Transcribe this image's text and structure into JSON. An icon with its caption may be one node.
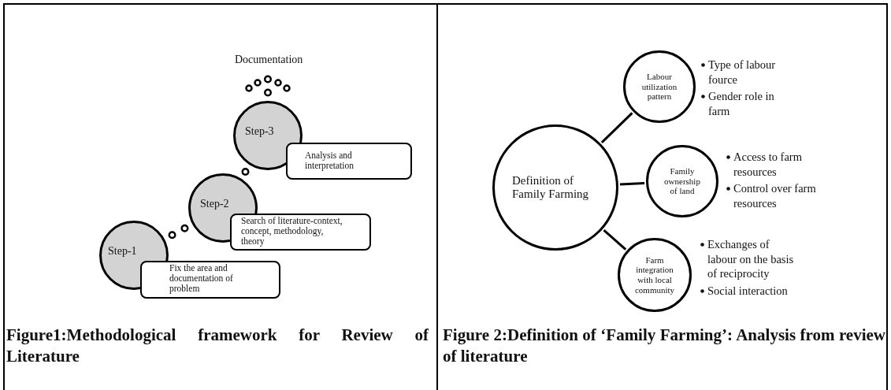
{
  "diagram": {
    "nodes": [
      {
        "text": [
          "Documentation"
        ]
      },
      {
        "text": [
          "Step-3"
        ]
      },
      {
        "text": [
          "Analysis and interpretation"
        ]
      },
      {
        "text": [
          "Step-2"
        ]
      },
      {
        "text": [
          "Search of literature-context, concept, methodology, theory"
        ]
      },
      {
        "text": [
          "Step-1"
        ]
      },
      {
        "text": [
          "Fix the area and documentation of problem"
        ]
      },
      {
        "text": [
          "Definition of Family Farming"
        ]
      },
      {
        "text": [
          "Labour utilization pattern"
        ],
        "beside": [
          "Type of labour fource",
          "Gender role in farm"
        ]
      },
      {
        "text": [
          "Family ownership of land"
        ],
        "beside": [
          "Access to farm resources",
          "Control over farm resources"
        ]
      },
      {
        "text": [
          "Farm integration with local community"
        ],
        "beside": [
          "Exchanges of labour on the basis of reciprocity",
          "Social interaction"
        ]
      }
    ],
    "edges": [
      {
        "from": 5,
        "to": 3,
        "arrow": "none",
        "style": "dashed"
      },
      {
        "from": 3,
        "to": 1,
        "arrow": "none",
        "style": "dashed"
      },
      {
        "from": 1,
        "to": 0,
        "arrow": "none",
        "style": "dashed"
      },
      {
        "from": 7,
        "to": 8,
        "arrow": "none"
      },
      {
        "from": 7,
        "to": 9,
        "arrow": "none"
      },
      {
        "from": 7,
        "to": 10,
        "arrow": "none"
      }
    ],
    "labels": [
      "Figure1:Methodological framework for Review of Literature",
      "Figure 2:Definition of ‘Family Farming’: Analysis from review of literature"
    ]
  }
}
